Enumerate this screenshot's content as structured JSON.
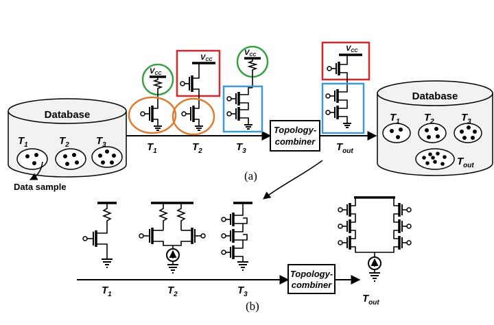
{
  "left_db": {
    "title": "Database",
    "groups": [
      "T1",
      "T2",
      "T3"
    ],
    "pointer_label": "Data sample"
  },
  "right_db": {
    "title": "Database",
    "groups": [
      "T1",
      "T2",
      "T3",
      "Tout"
    ]
  },
  "combiner_a": {
    "line1": "Topology-",
    "line2": "combiner"
  },
  "combiner_b": {
    "line1": "Topology-",
    "line2": "combiner"
  },
  "caption_a": "(a)",
  "caption_b": "(b)",
  "labels_a": {
    "t1": "T",
    "t2": "T",
    "t3": "T",
    "tout": "T"
  },
  "labels_b": {
    "t1": "T",
    "t2": "T",
    "t3": "T",
    "tout": "T"
  },
  "subscripts": {
    "one": "1",
    "two": "2",
    "three": "3",
    "out": "out"
  },
  "vcc_labels": {
    "v": "V",
    "cc": "CC"
  },
  "colors": {
    "green": "#3aa04a",
    "orange": "#e07a2e",
    "red": "#d8262c",
    "blue": "#3a9ad9"
  }
}
